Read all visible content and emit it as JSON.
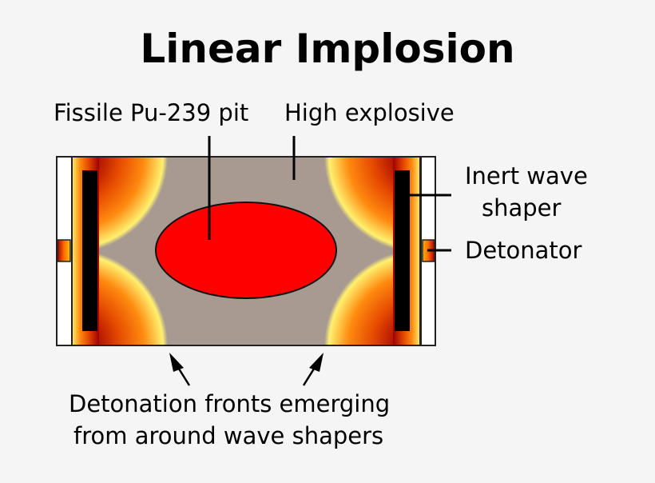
{
  "title": "Linear Implosion",
  "labels": {
    "pit": "Fissile Pu-239 pit",
    "high_explosive": "High explosive",
    "wave_shaper_line1": "Inert wave",
    "wave_shaper_line2": "shaper",
    "detonator": "Detonator",
    "fronts_line1": "Detonation fronts emerging",
    "fronts_line2": "from around wave shapers"
  },
  "colors": {
    "background": "#f5f5f5",
    "explosive": "#a89a90",
    "pit": "#ff0000",
    "wave_shaper": "#000000",
    "casing": "#ffffff"
  }
}
